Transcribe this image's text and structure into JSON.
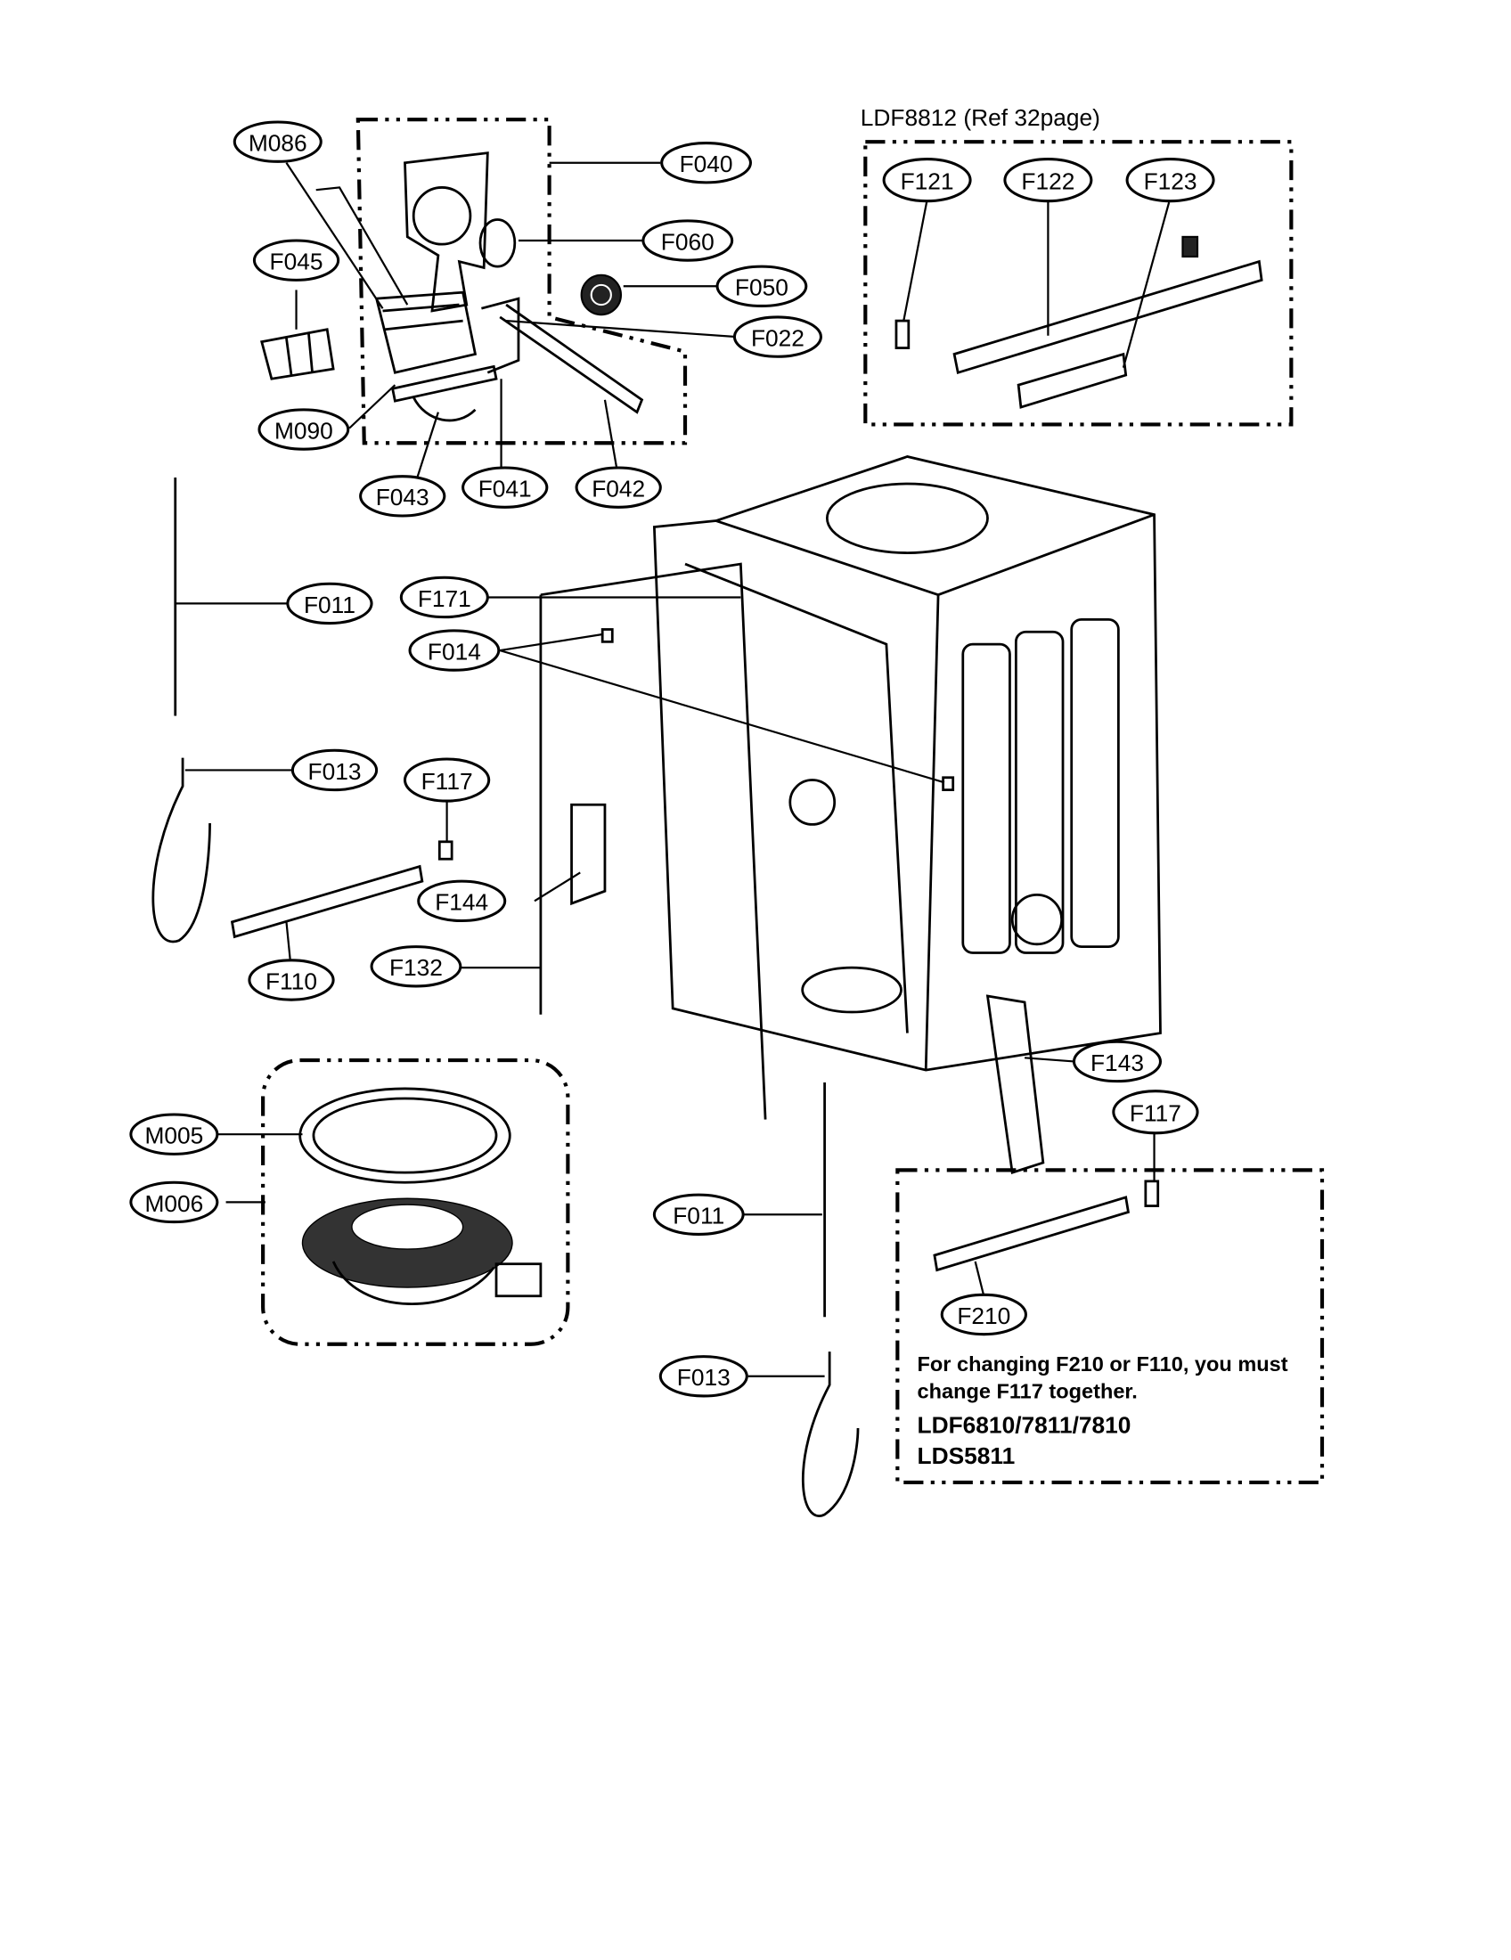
{
  "header": {
    "model_ref": "LDF8812 (Ref 32page)"
  },
  "callouts": {
    "M086": "M086",
    "F040": "F040",
    "F060": "F060",
    "F045": "F045",
    "F050": "F050",
    "F022": "F022",
    "M090": "M090",
    "F043": "F043",
    "F041": "F041",
    "F042": "F042",
    "F121": "F121",
    "F122": "F122",
    "F123": "F123",
    "F011_top": "F011",
    "F171": "F171",
    "F014": "F014",
    "F013_top": "F013",
    "F117_left": "F117",
    "F144": "F144",
    "F110": "F110",
    "F132": "F132",
    "F143": "F143",
    "F117_right": "F117",
    "M005": "M005",
    "M006": "M006",
    "F011_bottom": "F011",
    "F210": "F210",
    "F013_bottom": "F013"
  },
  "note": {
    "line1": "For changing F210 or F110, you must",
    "line2": "change F117 together.",
    "models1": "LDF6810/7811/7810",
    "models2": "LDS5811"
  }
}
